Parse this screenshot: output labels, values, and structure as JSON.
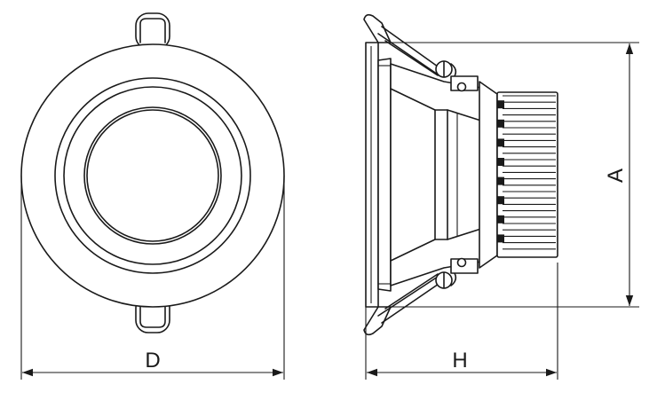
{
  "labels": {
    "diameter": "D",
    "height": "H",
    "cutout": "A"
  },
  "colors": {
    "line": "#1a1a1a",
    "background": "#ffffff"
  }
}
